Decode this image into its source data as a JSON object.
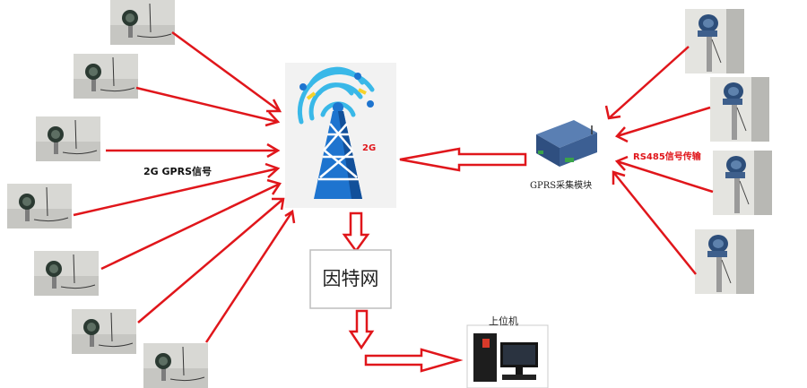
{
  "labels": {
    "gprs_signal": "2G GPRS信号",
    "tower_band": "2G",
    "internet": "因特网",
    "gprs_module": "GPRS采集模块",
    "rs485": "RS485信号传输",
    "host_pc": "上位机"
  },
  "colors": {
    "arrow_red": "#e0161b",
    "label_red": "#e0161b",
    "tower_blue": "#1e74cf",
    "tower_dark": "#12509a",
    "signal_cyan": "#39b8e8",
    "signal_yellow": "#f6d22b",
    "sensor_dark": "#2b3a32",
    "sensor_photo": "#d9d9d6"
  },
  "icons": {
    "tower": "signal-tower-icon",
    "module": "gprs-module-icon",
    "computer": "desktop-computer-icon",
    "sensor": "pressure-transmitter-icon"
  }
}
